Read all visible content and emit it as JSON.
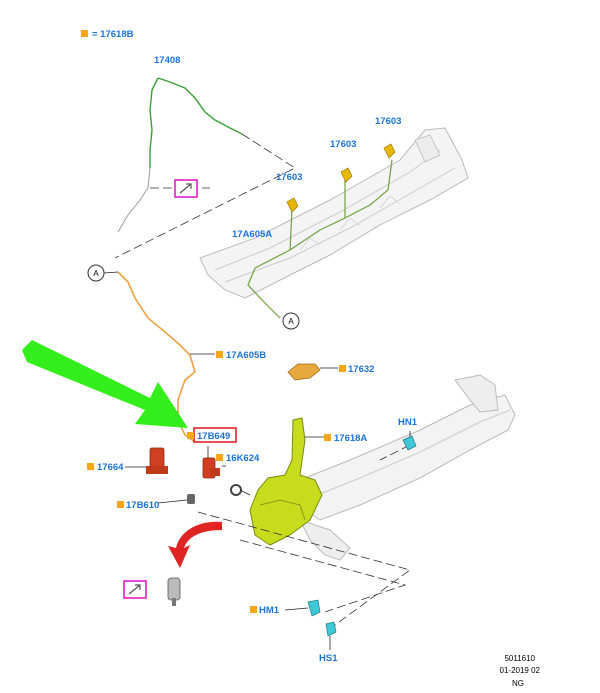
{
  "legend": {
    "text": "= 17618B",
    "marker_color": "#f6a619"
  },
  "labels": {
    "p17408": "17408",
    "p17603_a": "17603",
    "p17603_b": "17603",
    "p17603_c": "17603",
    "p17A605A": "17A605A",
    "p17A605B": "17A605B",
    "p17632": "17632",
    "p17618A": "17618A",
    "p17B649": "17B649",
    "p16K624": "16K624",
    "p17664": "17664",
    "p17B610": "17B610",
    "pHN1": "HN1",
    "pHM1": "HM1",
    "pHS1": "HS1",
    "circleA1": "A",
    "circleA2": "A"
  },
  "footer": {
    "code": "5011610",
    "date": "01-2019 02",
    "region": "NG"
  },
  "colors": {
    "label_blue": "#1a73d9",
    "callout_red": "#e02424",
    "arrow_green": "#33ee1a",
    "magenta_box": "#e020c8",
    "hose_green": "#3aa035",
    "hose_orange": "#f0a040",
    "reservoir_yellow": "#c8dc1e"
  },
  "icons": {
    "view_icon": "magnifier-view-icon",
    "curved_arrow": "curved-arrow-icon",
    "big_arrow": "pointer-arrow-icon"
  }
}
